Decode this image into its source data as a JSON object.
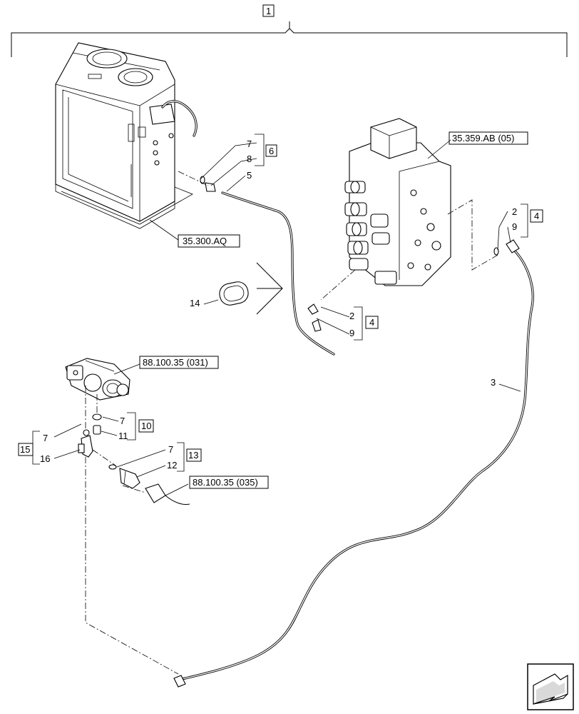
{
  "callouts": {
    "assembly": "1",
    "kit_6": "6",
    "kit_4_top": "4",
    "kit_4_mid": "4",
    "kit_10": "10",
    "kit_13": "13",
    "kit_15": "15"
  },
  "items": {
    "i7_a": "7",
    "i8": "8",
    "i5": "5",
    "i2_a": "2",
    "i9_a": "9",
    "i2_b": "2",
    "i9_b": "9",
    "i14": "14",
    "i3": "3",
    "i7_b": "7",
    "i11": "11",
    "i7_c": "7",
    "i16": "16",
    "i7_d": "7",
    "i12": "12"
  },
  "references": {
    "tank": "35.300.AQ",
    "valve_block": "35.359.AB (05)",
    "solenoid_valve": "88.100.35 (031)",
    "connector": "88.100.35 (035)"
  },
  "icons": {
    "nav": "next-page-arrow-icon"
  }
}
